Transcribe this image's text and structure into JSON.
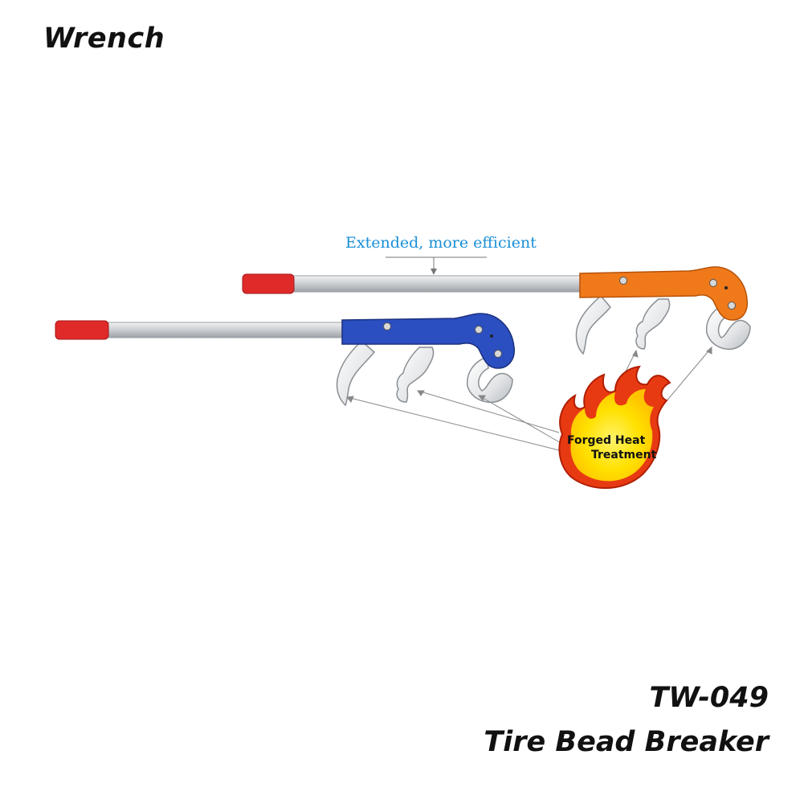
{
  "header": {
    "category": "Wrench"
  },
  "annotation": {
    "text": "Extended, more efficient"
  },
  "badge": {
    "line1": "Forged Heat",
    "line2": "Treatment"
  },
  "product": {
    "code": "TW-049",
    "name": "Tire Bead Breaker"
  },
  "colors": {
    "grip": "#e02a2a",
    "orange_handle": "#f07a1a",
    "blue_handle": "#2b4fc0",
    "shaft": "#d6d9dc",
    "annotation_text": "#1a8fd6",
    "flame_outer": "#e83a12",
    "flame_inner": "#ffde00"
  }
}
